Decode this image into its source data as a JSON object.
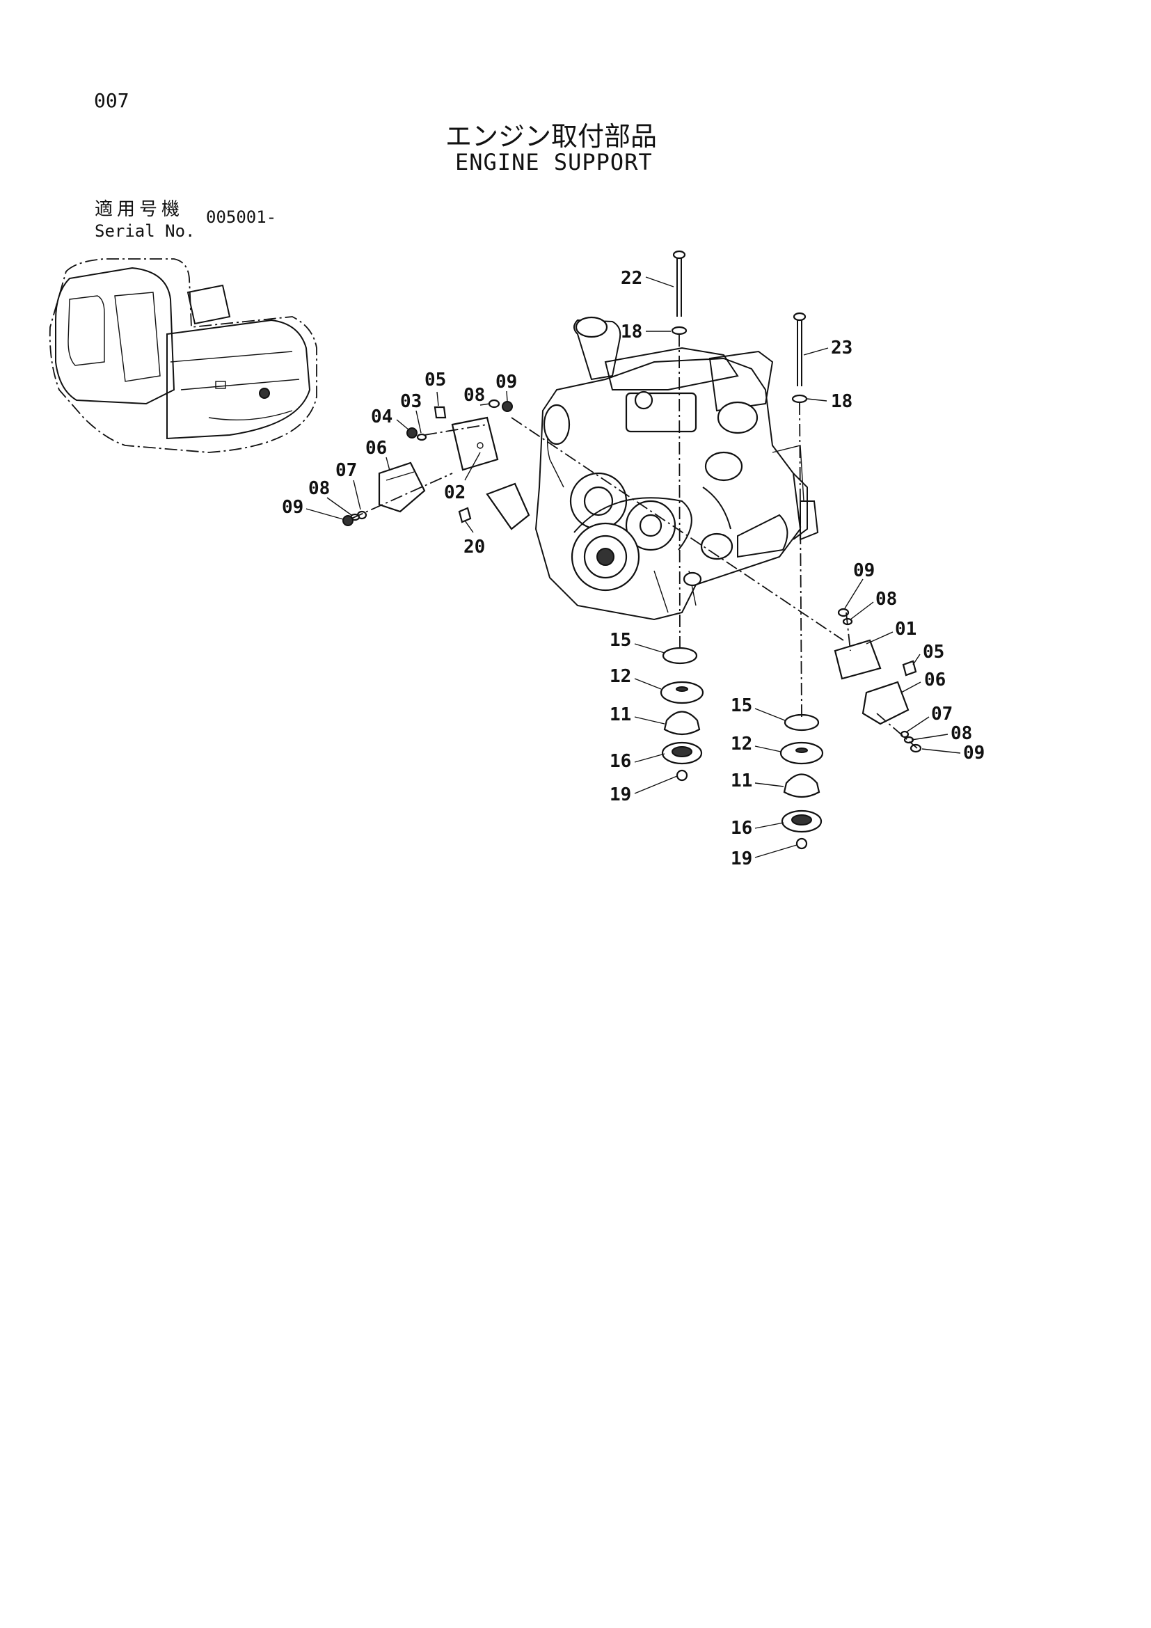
{
  "header": {
    "page_number": "007",
    "title_jp": "エンジン取付部品",
    "title_en": "ENGINE SUPPORT"
  },
  "serial": {
    "label_jp": "適用号機",
    "label_en": "Serial No.",
    "value": "005001-"
  },
  "callouts": [
    {
      "id": "c22",
      "label": "22"
    },
    {
      "id": "c18a",
      "label": "18"
    },
    {
      "id": "c23",
      "label": "23"
    },
    {
      "id": "c18b",
      "label": "18"
    },
    {
      "id": "c05a",
      "label": "05"
    },
    {
      "id": "c08a",
      "label": "08"
    },
    {
      "id": "c09a",
      "label": "09"
    },
    {
      "id": "c03",
      "label": "03"
    },
    {
      "id": "c04",
      "label": "04"
    },
    {
      "id": "c06a",
      "label": "06"
    },
    {
      "id": "c07a",
      "label": "07"
    },
    {
      "id": "c08b",
      "label": "08"
    },
    {
      "id": "c09b",
      "label": "09"
    },
    {
      "id": "c02",
      "label": "02"
    },
    {
      "id": "c20",
      "label": "20"
    },
    {
      "id": "c09c",
      "label": "09"
    },
    {
      "id": "c08c",
      "label": "08"
    },
    {
      "id": "c01",
      "label": "01"
    },
    {
      "id": "c05b",
      "label": "05"
    },
    {
      "id": "c06b",
      "label": "06"
    },
    {
      "id": "c07b",
      "label": "07"
    },
    {
      "id": "c08d",
      "label": "08"
    },
    {
      "id": "c09d",
      "label": "09"
    },
    {
      "id": "c15a",
      "label": "15"
    },
    {
      "id": "c12a",
      "label": "12"
    },
    {
      "id": "c11a",
      "label": "11"
    },
    {
      "id": "c16a",
      "label": "16"
    },
    {
      "id": "c19a",
      "label": "19"
    },
    {
      "id": "c15b",
      "label": "15"
    },
    {
      "id": "c12b",
      "label": "12"
    },
    {
      "id": "c11b",
      "label": "11"
    },
    {
      "id": "c16b",
      "label": "16"
    },
    {
      "id": "c19b",
      "label": "19"
    }
  ]
}
